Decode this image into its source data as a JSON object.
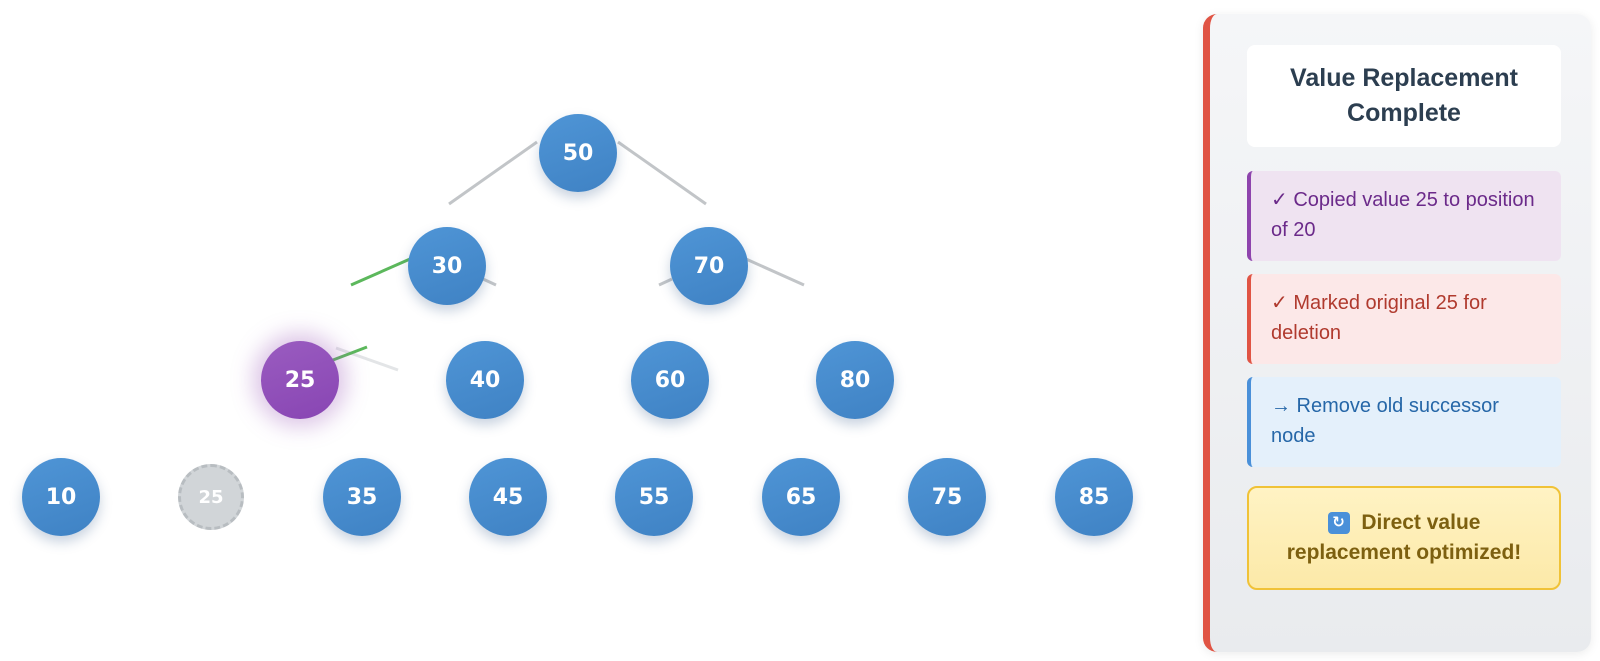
{
  "tree": {
    "root": "50",
    "level1": [
      "30",
      "70"
    ],
    "level2": [
      "25",
      "40",
      "60",
      "80"
    ],
    "level3": [
      "10",
      "25",
      "35",
      "45",
      "55",
      "65",
      "75",
      "85"
    ],
    "colors": {
      "node": "#4a8ccc",
      "replaced": "#8e44ad",
      "ghost": "#cfd3d6",
      "highlight_edge": "#5cb85c",
      "edge": "#c2c5c8"
    }
  },
  "panel": {
    "title": "Value Replacement Complete",
    "steps": [
      "✓ Copied value 25 to position of 20",
      "✓ Marked original 25 for deletion",
      "→ Remove old successor node"
    ],
    "banner_icon": "refresh-icon",
    "banner_text": "Direct value replacement optimized!"
  }
}
